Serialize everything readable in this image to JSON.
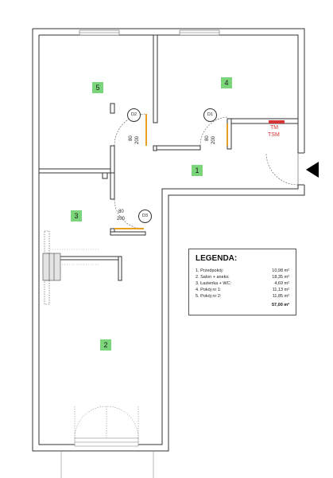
{
  "rooms": {
    "r1": "1",
    "r2": "2",
    "r3": "3",
    "r4": "4",
    "r5": "5"
  },
  "doors": {
    "d1": "D1",
    "d2": "D2",
    "d3": "D3"
  },
  "dimensions": {
    "d1_width": "80",
    "d1_height": "200",
    "d2_width": "80",
    "d2_height": "200",
    "d3_width": "80",
    "d3_height": "200"
  },
  "panel": {
    "tm": "TM",
    "tsm": "TSM"
  },
  "small_labels": {
    "a": "",
    "b": "",
    "c": ""
  },
  "legend": {
    "title": "LEGENDA:",
    "items": [
      {
        "label": "1. Przedpokój:",
        "value": "10,98 m²"
      },
      {
        "label": "2. Salon + aneks:",
        "value": "18,35 m²"
      },
      {
        "label": "3. Łazienka + WC:",
        "value": "4,69 m²"
      },
      {
        "label": "4. Pokój nr 1:",
        "value": "11,13 m²"
      },
      {
        "label": "5. Pokój nr 2:",
        "value": "11,85 m²"
      }
    ],
    "total": "57,00 m²"
  },
  "colors": {
    "room_badge": "#7bd67b",
    "door_leaf": "#e8a020",
    "electric_panel": "#d43434"
  }
}
